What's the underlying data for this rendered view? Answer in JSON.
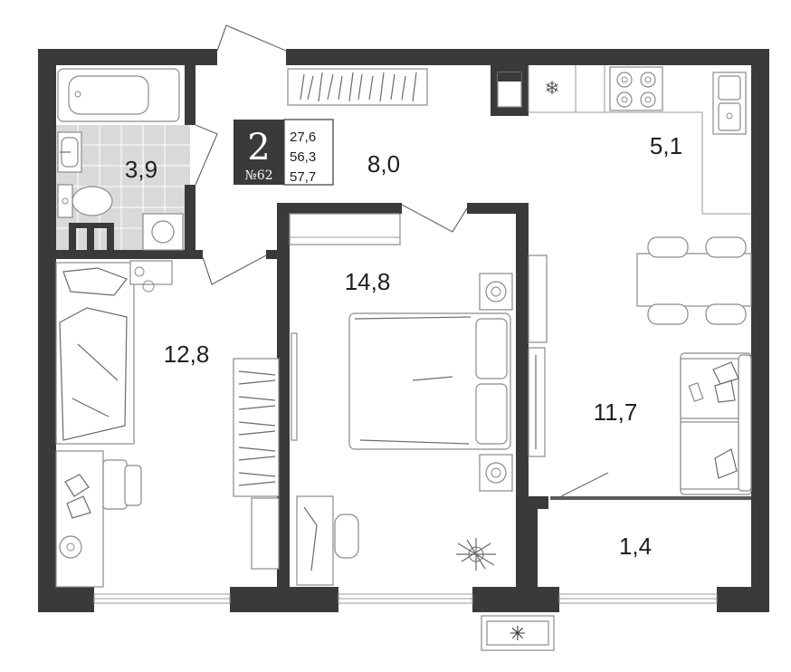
{
  "badge": {
    "rooms": "2",
    "apartment_number": "№62",
    "area_values": [
      "27,6",
      "56,3",
      "57,7"
    ]
  },
  "rooms": [
    {
      "id": "bathroom",
      "area": "3,9"
    },
    {
      "id": "hallway",
      "area": "8,0"
    },
    {
      "id": "kitchen",
      "area": "5,1"
    },
    {
      "id": "bedroom",
      "area": "14,8"
    },
    {
      "id": "child-room",
      "area": "12,8"
    },
    {
      "id": "living-room",
      "area": "11,7"
    },
    {
      "id": "balcony",
      "area": "1,4"
    }
  ],
  "icons": {
    "fridge": "snowflake-icon",
    "ac_unit": "asterisk-icon"
  },
  "colors": {
    "wall": "#3a3a3a",
    "bathroom_floor": "#d9d9d9",
    "badge_bg": "#3a3a3a"
  }
}
